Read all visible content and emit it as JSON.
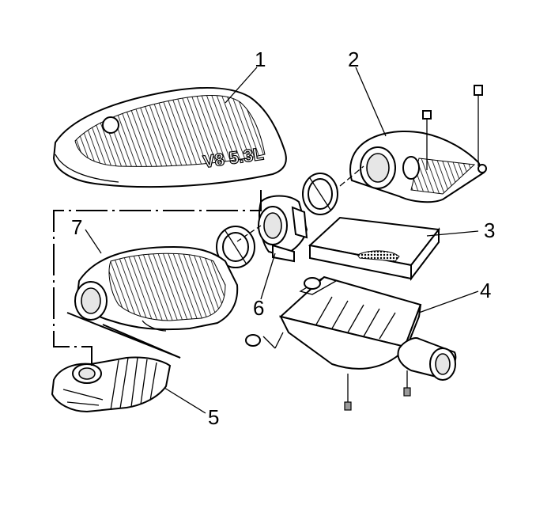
{
  "callouts": [
    {
      "id": "1",
      "label": "1"
    },
    {
      "id": "2",
      "label": "2"
    },
    {
      "id": "3",
      "label": "3"
    },
    {
      "id": "4",
      "label": "4"
    },
    {
      "id": "5",
      "label": "5"
    },
    {
      "id": "6",
      "label": "6"
    },
    {
      "id": "7",
      "label": "7"
    }
  ],
  "engine_cover_marking": "V8 5.3L",
  "colors": {
    "line": "#000000",
    "fill": "#ffffff",
    "shade": "#e6e6e6"
  }
}
